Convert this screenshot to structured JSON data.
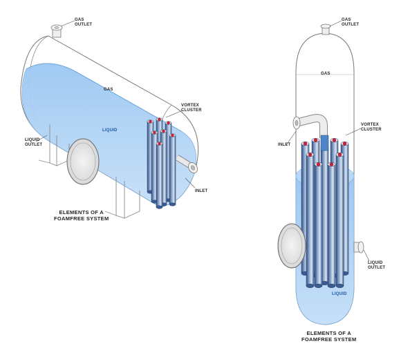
{
  "colors": {
    "liquid": "#a9d0f5",
    "liquid_edge": "#6aa6e0",
    "outline": "#666666",
    "tube_dark": "#2d4f8a",
    "tube_light": "#b9c9dd",
    "cap_red": "#c0263a"
  },
  "horizontal": {
    "gas_outlet_label": "GAS\nOUTLET",
    "gas_label": "GAS",
    "vortex_cluster_label": "VORTEX\nCLUSTER",
    "liquid_label": "LIQUID",
    "liquid_outlet_label": "LIQUID\nOUTLET",
    "inlet_label": "INLET",
    "caption": "ELEMENTS OF A\nFOAMFREE SYSTEM"
  },
  "vertical": {
    "gas_outlet_label": "GAS\nOUTLET",
    "gas_label": "GAS",
    "vortex_cluster_label": "VORTEX\nCLUSTER",
    "inlet_label": "INLET",
    "liquid_outlet_label": "LIQUID\nOUTLET",
    "liquid_label": "LIQUID",
    "caption": "ELEMENTS OF A\nFOAMFREE SYSTEM"
  }
}
